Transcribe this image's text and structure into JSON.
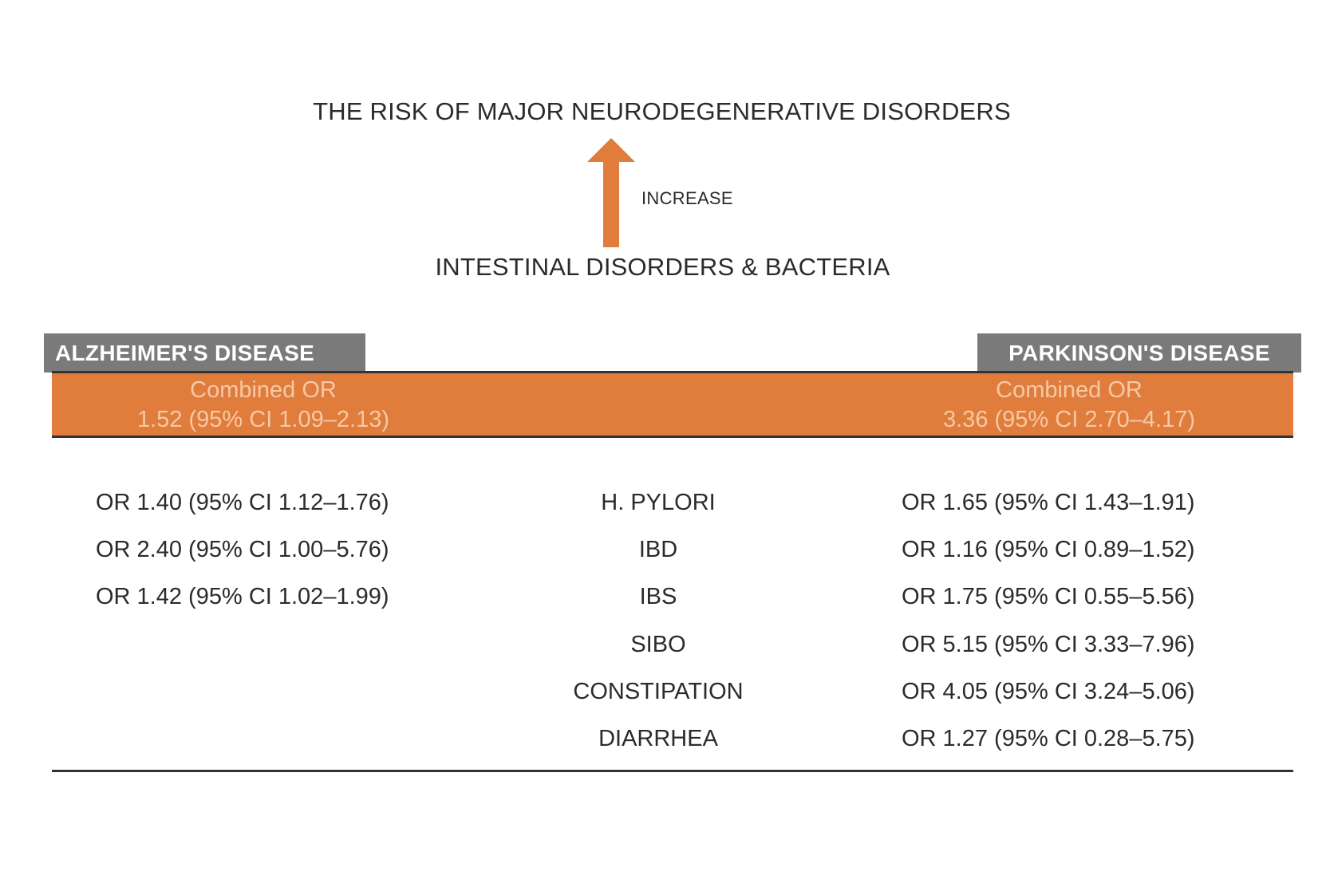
{
  "title_top": "THE RISK OF MAJOR NEURODEGENERATIVE DISORDERS",
  "arrow_label": "INCREASE",
  "title_bottom": "INTESTINAL DISORDERS & BACTERIA",
  "colors": {
    "accent_orange": "#e07d3c",
    "combined_text": "#f6c9a5",
    "tag_gray": "#7a7a7a",
    "text_dark": "#2b2b2b"
  },
  "alzheimers": {
    "label": "ALZHEIMER'S DISEASE",
    "combined_label": "Combined OR",
    "combined_value": "1.52 (95% CI 1.09–2.13)"
  },
  "parkinsons": {
    "label": "PARKINSON'S DISEASE",
    "combined_label": "Combined OR",
    "combined_value": "3.36 (95% CI 2.70–4.17)"
  },
  "rows": [
    {
      "condition": "H. PYLORI",
      "alzheimers": "OR 1.40 (95% CI 1.12–1.76)",
      "parkinsons": "OR 1.65 (95% CI 1.43–1.91)"
    },
    {
      "condition": "IBD",
      "alzheimers": "OR 2.40 (95% CI 1.00–5.76)",
      "parkinsons": "OR 1.16 (95% CI 0.89–1.52)"
    },
    {
      "condition": "IBS",
      "alzheimers": "OR 1.42 (95% CI 1.02–1.99)",
      "parkinsons": "OR 1.75 (95% CI 0.55–5.56)"
    },
    {
      "condition": "SIBO",
      "alzheimers": "",
      "parkinsons": "OR 5.15 (95% CI 3.33–7.96)"
    },
    {
      "condition": "CONSTIPATION",
      "alzheimers": "",
      "parkinsons": "OR 4.05 (95% CI 3.24–5.06)"
    },
    {
      "condition": "DIARRHEA",
      "alzheimers": "",
      "parkinsons": "OR 1.27 (95% CI 0.28–5.75)"
    }
  ]
}
